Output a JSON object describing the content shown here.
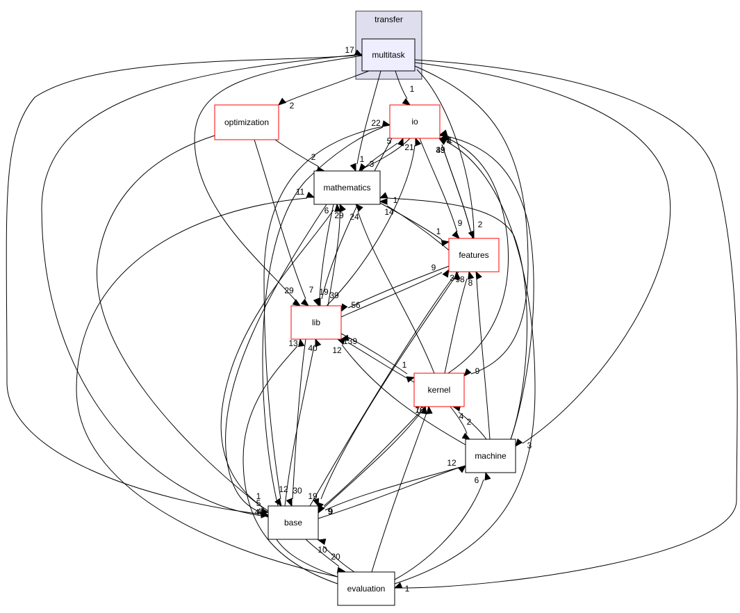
{
  "cluster": {
    "label": "transfer",
    "fill": "#dedeee",
    "stroke": "#404040"
  },
  "colors": {
    "highlight_fill": "#eeeeff",
    "node_stroke": "#000000",
    "red_stroke": "#ff0000",
    "edge": "#000000"
  },
  "nodes": [
    {
      "id": "multitask",
      "label": "multitask",
      "style": "highlight"
    },
    {
      "id": "optimization",
      "label": "optimization",
      "style": "red"
    },
    {
      "id": "io",
      "label": "io",
      "style": "red"
    },
    {
      "id": "mathematics",
      "label": "mathematics",
      "style": "plain"
    },
    {
      "id": "features",
      "label": "features",
      "style": "red"
    },
    {
      "id": "lib",
      "label": "lib",
      "style": "red"
    },
    {
      "id": "kernel",
      "label": "kernel",
      "style": "red"
    },
    {
      "id": "machine",
      "label": "machine",
      "style": "plain"
    },
    {
      "id": "base",
      "label": "base",
      "style": "plain"
    },
    {
      "id": "evaluation",
      "label": "evaluation",
      "style": "plain"
    }
  ],
  "edges": [
    {
      "from": "multitask",
      "to": "optimization",
      "label": "2"
    },
    {
      "from": "multitask",
      "to": "io",
      "label": "1"
    },
    {
      "from": "multitask",
      "to": "mathematics",
      "label": "1"
    },
    {
      "from": "multitask",
      "to": "features",
      "label": "2"
    },
    {
      "from": "multitask",
      "to": "lib",
      "label": "29"
    },
    {
      "from": "multitask",
      "to": "kernel",
      "label": "9"
    },
    {
      "from": "multitask",
      "to": "machine",
      "label": "3"
    },
    {
      "from": "multitask",
      "to": "base",
      "label": "4"
    },
    {
      "from": "multitask",
      "to": "evaluation",
      "label": "1"
    },
    {
      "from": "base",
      "to": "multitask",
      "label": "17"
    },
    {
      "from": "optimization",
      "to": "mathematics",
      "label": "2"
    },
    {
      "from": "optimization",
      "to": "lib",
      "label": "7"
    },
    {
      "from": "optimization",
      "to": "base",
      "label": "5"
    },
    {
      "from": "io",
      "to": "mathematics",
      "label": "3"
    },
    {
      "from": "io",
      "to": "features",
      "label": "9"
    },
    {
      "from": "io",
      "to": "base",
      "label": "12"
    },
    {
      "from": "mathematics",
      "to": "io",
      "label": "5"
    },
    {
      "from": "mathematics",
      "to": "features",
      "label": "1"
    },
    {
      "from": "mathematics",
      "to": "lib",
      "label": "19"
    },
    {
      "from": "mathematics",
      "to": "base",
      "label": "1"
    },
    {
      "from": "features",
      "to": "io",
      "label": "49"
    },
    {
      "from": "features",
      "to": "mathematics",
      "label": "14"
    },
    {
      "from": "features",
      "to": "lib",
      "label": "56"
    },
    {
      "from": "features",
      "to": "base",
      "label": "19"
    },
    {
      "from": "lib",
      "to": "io",
      "label": "21"
    },
    {
      "from": "lib",
      "to": "mathematics",
      "label": "29"
    },
    {
      "from": "lib",
      "to": "features",
      "label": "9"
    },
    {
      "from": "lib",
      "to": "kernel",
      "label": "1"
    },
    {
      "from": "lib",
      "to": "base",
      "label": "30"
    },
    {
      "from": "kernel",
      "to": "io",
      "label": "1"
    },
    {
      "from": "kernel",
      "to": "mathematics",
      "label": "24"
    },
    {
      "from": "kernel",
      "to": "features",
      "label": "98"
    },
    {
      "from": "kernel",
      "to": "lib",
      "label": "139"
    },
    {
      "from": "kernel",
      "to": "machine",
      "label": "4"
    },
    {
      "from": "kernel",
      "to": "base",
      "label": "9"
    },
    {
      "from": "machine",
      "to": "io",
      "label": "1"
    },
    {
      "from": "machine",
      "to": "mathematics",
      "label": "1"
    },
    {
      "from": "machine",
      "to": "features",
      "label": "8"
    },
    {
      "from": "machine",
      "to": "lib",
      "label": "12"
    },
    {
      "from": "machine",
      "to": "kernel",
      "label": "2"
    },
    {
      "from": "machine",
      "to": "base",
      "label": "9"
    },
    {
      "from": "base",
      "to": "io",
      "label": "22"
    },
    {
      "from": "base",
      "to": "mathematics",
      "label": "6"
    },
    {
      "from": "base",
      "to": "features",
      "label": "34"
    },
    {
      "from": "base",
      "to": "lib",
      "label": "40"
    },
    {
      "from": "base",
      "to": "kernel",
      "label": "16"
    },
    {
      "from": "base",
      "to": "machine",
      "label": "12"
    },
    {
      "from": "base",
      "to": "evaluation",
      "label": "10"
    },
    {
      "from": "evaluation",
      "to": "io",
      "label": "1"
    },
    {
      "from": "evaluation",
      "to": "mathematics",
      "label": "11"
    },
    {
      "from": "evaluation",
      "to": "lib",
      "label": "13"
    },
    {
      "from": "evaluation",
      "to": "kernel",
      "label": "70"
    },
    {
      "from": "evaluation",
      "to": "machine",
      "label": "6"
    },
    {
      "from": "evaluation",
      "to": "base",
      "label": "20"
    },
    {
      "from": "io",
      "to": "lib",
      "label": "39"
    },
    {
      "from": "features",
      "to": "io",
      "label": "35"
    },
    {
      "from": "evaluation",
      "to": "base",
      "label": "4"
    }
  ]
}
